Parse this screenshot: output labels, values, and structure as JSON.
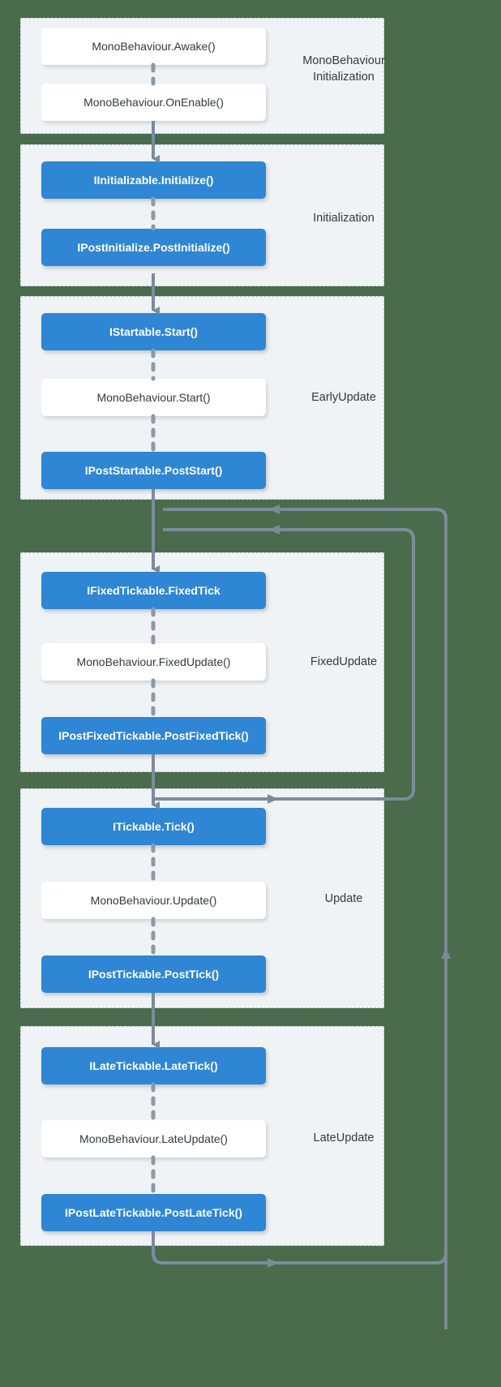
{
  "diagram": {
    "title": "Unity lifecycle execution order flowchart",
    "colors": {
      "background": "#4a6b4c",
      "group_fill": "#eff3f6",
      "group_border": "#b9c6cf",
      "interface_node": "#2f86d4",
      "interface_node_text": "#ffffff",
      "mono_node": "#ffffff",
      "mono_node_text": "#2f3b42",
      "arrow": "#7b8c99",
      "dashed_connector": "#8d9aa5"
    },
    "groups": [
      {
        "id": "monobehaviour-initialization",
        "label": "MonoBehaviour\nInitialization",
        "label_lines": [
          "MonoBehaviour",
          "Initialization"
        ],
        "nodes": [
          {
            "id": "mb-awake",
            "label": "MonoBehaviour.Awake()",
            "kind": "mono"
          },
          {
            "id": "mb-onenable",
            "label": "MonoBehaviour.OnEnable()",
            "kind": "mono"
          }
        ]
      },
      {
        "id": "initialization",
        "label": "Initialization",
        "label_lines": [
          "Initialization"
        ],
        "nodes": [
          {
            "id": "iinitializable-initialize",
            "label": "IInitializable.Initialize()",
            "kind": "interface"
          },
          {
            "id": "ipostinitialize-postinitialize",
            "label": "IPostInitialize.PostInitialize()",
            "kind": "interface"
          }
        ]
      },
      {
        "id": "earlyupdate",
        "label": "EarlyUpdate",
        "label_lines": [
          "EarlyUpdate"
        ],
        "nodes": [
          {
            "id": "istartable-start",
            "label": "IStartable.Start()",
            "kind": "interface"
          },
          {
            "id": "mb-start",
            "label": "MonoBehaviour.Start()",
            "kind": "mono"
          },
          {
            "id": "ipoststartable-poststart",
            "label": "IPostStartable.PostStart()",
            "kind": "interface"
          }
        ]
      },
      {
        "id": "fixedupdate",
        "label": "FixedUpdate",
        "label_lines": [
          "FixedUpdate"
        ],
        "nodes": [
          {
            "id": "ifixedtickable-fixedtick",
            "label": "IFixedTickable.FixedTick",
            "kind": "interface"
          },
          {
            "id": "mb-fixedupdate",
            "label": "MonoBehaviour.FixedUpdate()",
            "kind": "mono"
          },
          {
            "id": "ipostfixedtickable-postfixedtick",
            "label": "IPostFixedTickable.PostFixedTick()",
            "kind": "interface"
          }
        ]
      },
      {
        "id": "update",
        "label": "Update",
        "label_lines": [
          "Update"
        ],
        "nodes": [
          {
            "id": "itickable-tick",
            "label": "ITickable.Tick()",
            "kind": "interface"
          },
          {
            "id": "mb-update",
            "label": "MonoBehaviour.Update()",
            "kind": "mono"
          },
          {
            "id": "iposttickable-posttick",
            "label": "IPostTickable.PostTick()",
            "kind": "interface"
          }
        ]
      },
      {
        "id": "lateupdate",
        "label": "LateUpdate",
        "label_lines": [
          "LateUpdate"
        ],
        "nodes": [
          {
            "id": "ilatetickable-latetick",
            "label": "ILateTickable.LateTick()",
            "kind": "interface"
          },
          {
            "id": "mb-lateupdate",
            "label": "MonoBehaviour.LateUpdate()",
            "kind": "mono"
          },
          {
            "id": "ipostlatetickable-postlatetick",
            "label": "IPostLateTickable.PostLateTick()",
            "kind": "interface"
          }
        ]
      }
    ],
    "flow_arrows": [
      {
        "id": "mbinit-to-init",
        "from": "monobehaviour-initialization",
        "to": "initialization",
        "style": "solid-down"
      },
      {
        "id": "init-to-early",
        "from": "initialization",
        "to": "earlyupdate",
        "style": "solid-down"
      },
      {
        "id": "early-to-fixed",
        "from": "earlyupdate",
        "to": "fixedupdate",
        "style": "solid-down"
      },
      {
        "id": "fixed-to-update",
        "from": "fixedupdate",
        "to": "update",
        "style": "solid-down"
      },
      {
        "id": "update-to-late",
        "from": "update",
        "to": "lateupdate",
        "style": "solid-down"
      },
      {
        "id": "fixedupdate-loop-back",
        "from": "fixedupdate",
        "to": "fixedupdate",
        "style": "loop-left"
      },
      {
        "id": "frame-loop-back",
        "from": "lateupdate",
        "to": "fixedupdate",
        "style": "loop-left-outer"
      }
    ]
  }
}
